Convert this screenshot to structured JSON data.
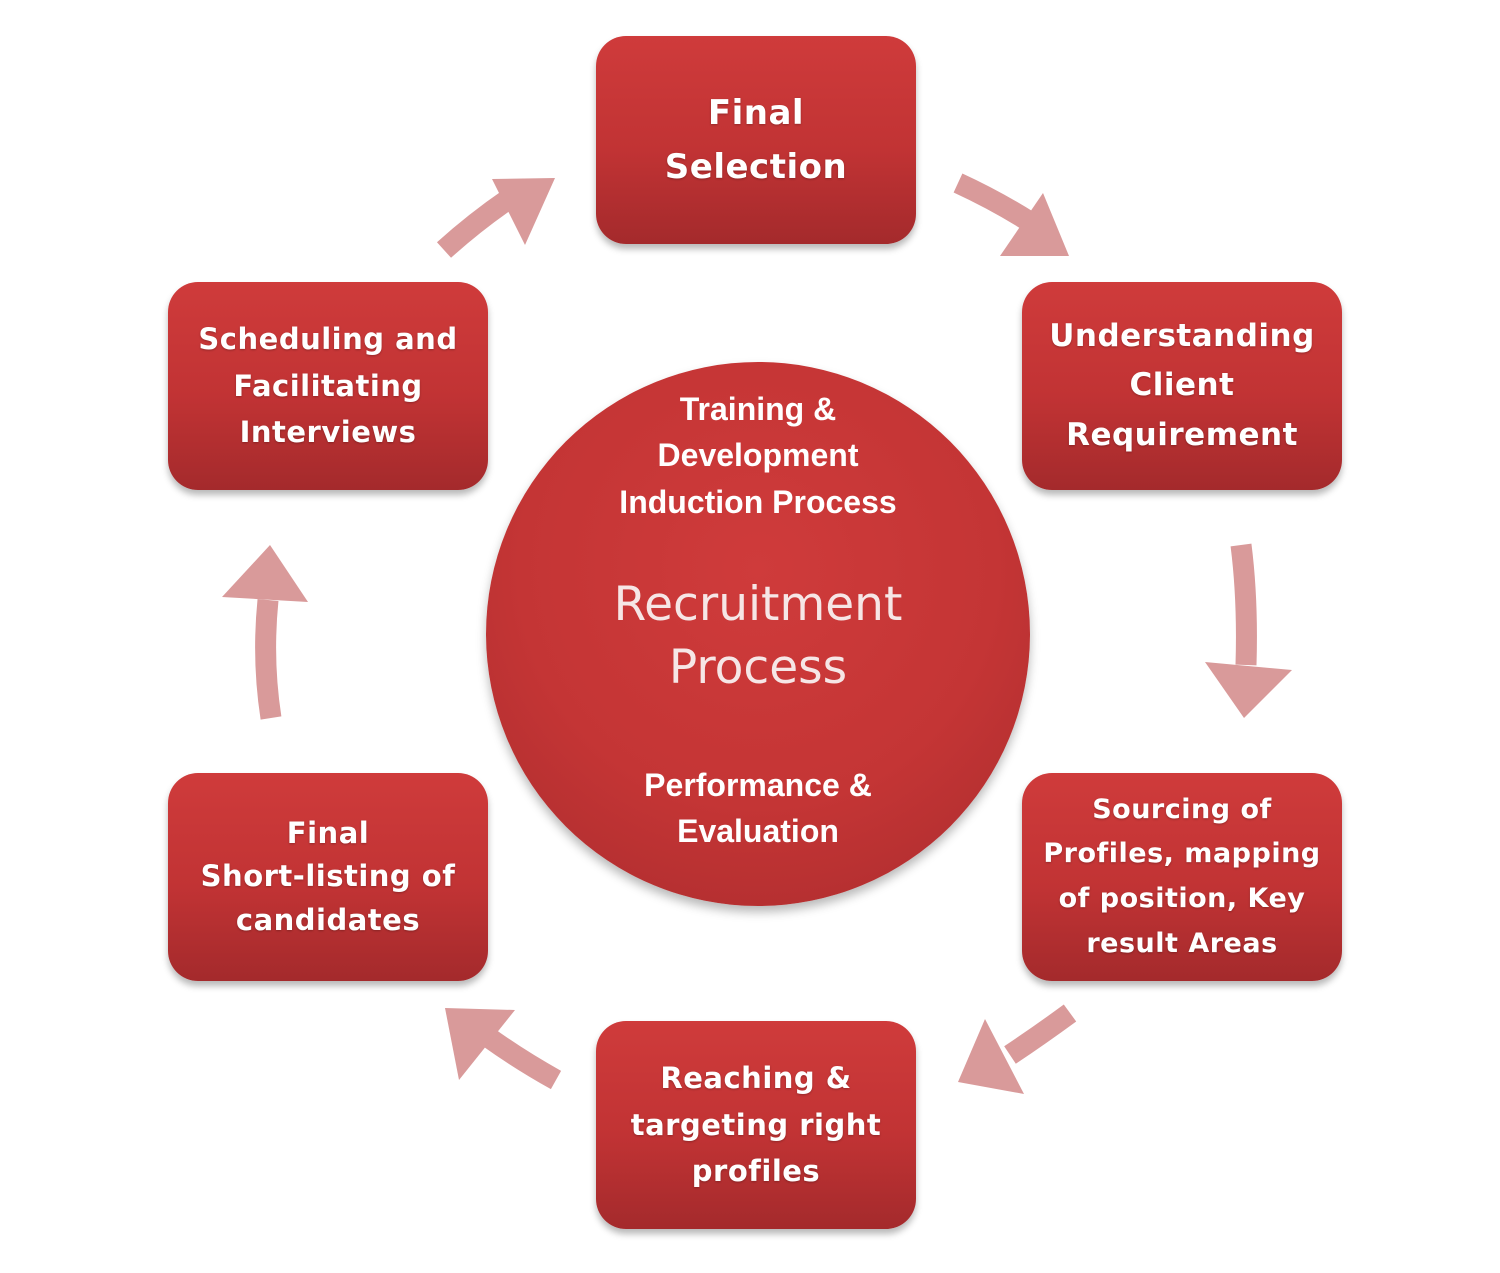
{
  "colors": {
    "box": "#c13334",
    "arrow": "#d99a9a",
    "text": "#ffffff"
  },
  "center": {
    "top_lines": [
      "Training &",
      "Development",
      "Induction Process"
    ],
    "title_lines": [
      "Recruitment",
      "Process"
    ],
    "bottom_lines": [
      "Performance &",
      "Evaluation"
    ]
  },
  "steps": [
    {
      "id": "final-selection",
      "lines": [
        "Final",
        "Selection"
      ]
    },
    {
      "id": "understanding-client",
      "lines": [
        "Understanding",
        "Client",
        "Requirement"
      ]
    },
    {
      "id": "sourcing-profiles",
      "lines": [
        "Sourcing of",
        "Profiles, mapping",
        "of position, Key",
        "result Areas"
      ]
    },
    {
      "id": "reaching-targeting",
      "lines": [
        "Reaching &",
        "targeting right",
        "profiles"
      ]
    },
    {
      "id": "final-shortlisting",
      "lines": [
        "Final",
        "Short-listing of",
        "candidates"
      ]
    },
    {
      "id": "scheduling-interviews",
      "lines": [
        "Scheduling and",
        "Facilitating",
        "Interviews"
      ]
    }
  ],
  "arrows": [
    {
      "from": "final-selection",
      "to": "understanding-client",
      "icon": "arrow-right-down"
    },
    {
      "from": "understanding-client",
      "to": "sourcing-profiles",
      "icon": "arrow-down"
    },
    {
      "from": "sourcing-profiles",
      "to": "reaching-targeting",
      "icon": "arrow-down-left"
    },
    {
      "from": "reaching-targeting",
      "to": "final-shortlisting",
      "icon": "arrow-up-left"
    },
    {
      "from": "final-shortlisting",
      "to": "scheduling-interviews",
      "icon": "arrow-up"
    },
    {
      "from": "scheduling-interviews",
      "to": "final-selection",
      "icon": "arrow-up-right"
    }
  ]
}
